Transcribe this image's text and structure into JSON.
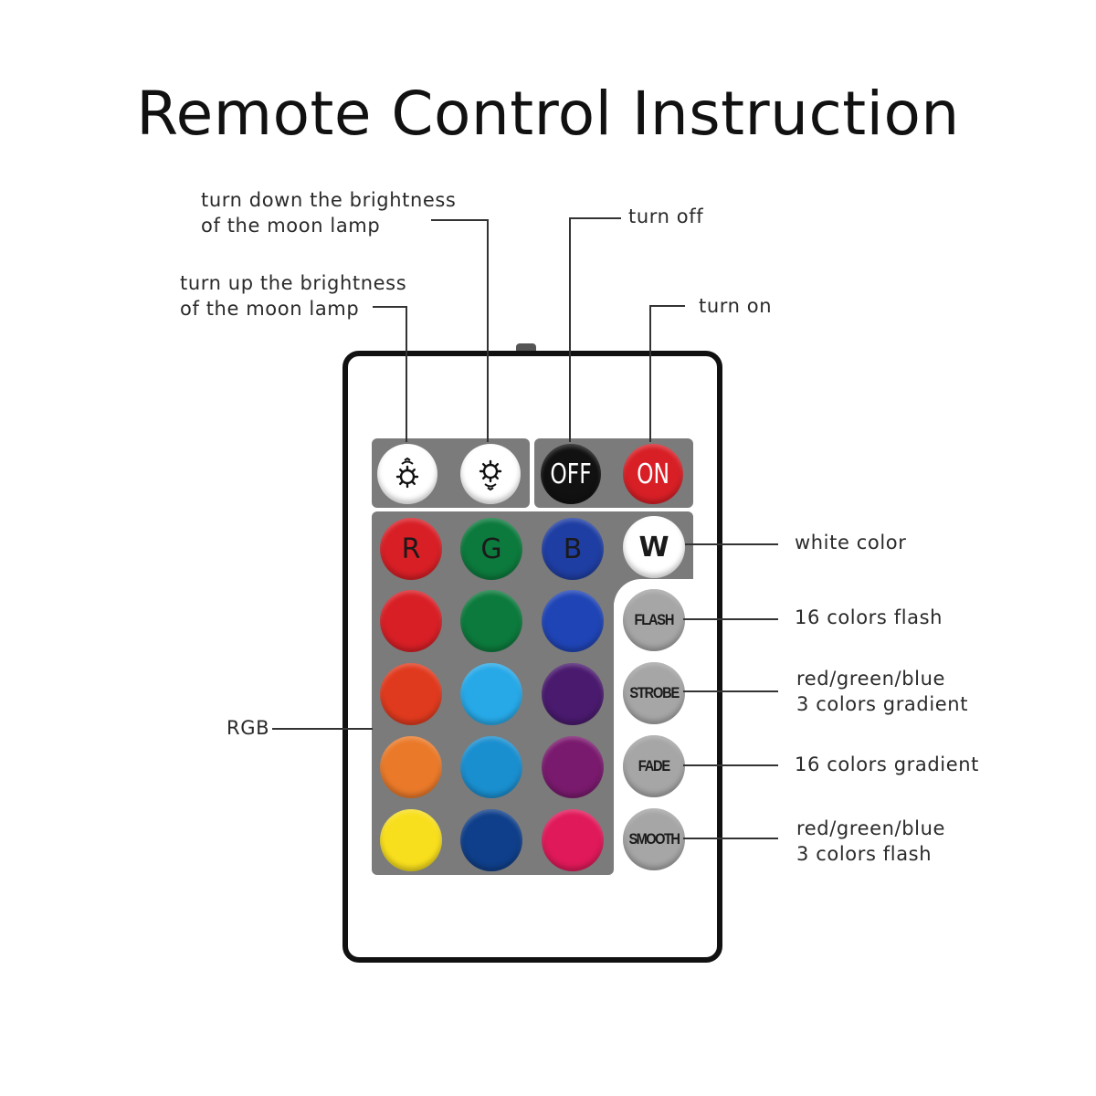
{
  "title": "Remote Control Instruction",
  "callouts": {
    "brightness_down": [
      "turn down the brightness",
      "of the moon lamp"
    ],
    "brightness_up": [
      "turn up the brightness",
      "of the moon lamp"
    ],
    "turn_off": "turn off",
    "turn_on": "turn on",
    "white": "white color",
    "flash": "16 colors flash",
    "strobe": [
      "red/green/blue",
      "3 colors gradient"
    ],
    "fade": "16 colors gradient",
    "smooth": [
      "red/green/blue",
      "3 colors flash"
    ],
    "rgb": "RGB"
  },
  "remote": {
    "off_label": "OFF",
    "on_label": "ON",
    "white_label": "W",
    "color_row_labels": [
      "R",
      "G",
      "B"
    ],
    "effect_labels": [
      "FLASH",
      "STROBE",
      "FADE",
      "SMOOTH"
    ]
  },
  "colors": {
    "panel": "#7b7b7b",
    "red": "#d81f26",
    "green": "#0c7a3c",
    "blue": "#1f3ea3",
    "white": "#ffffff",
    "black": "#111111",
    "effect": "#a6a6a6",
    "grid": [
      [
        "#d81f26",
        "#0c7a3c",
        "#1f44b5"
      ],
      [
        "#e03a1e",
        "#27a9e8",
        "#4a1a6e"
      ],
      [
        "#ea7a2a",
        "#1a8fd0",
        "#7a1a6e"
      ],
      [
        "#f8df1d",
        "#0f3f8a",
        "#e0195a"
      ]
    ]
  },
  "icons": [
    "sun-brightness-up-icon",
    "sun-brightness-down-icon"
  ]
}
